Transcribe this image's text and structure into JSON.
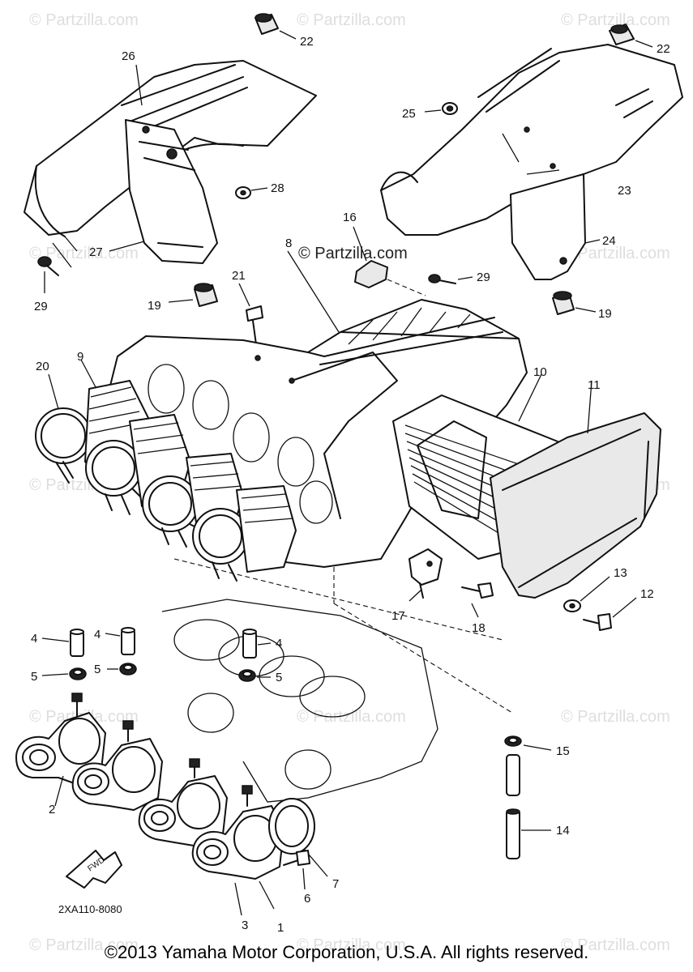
{
  "watermark": {
    "text": "© Partzilla.com",
    "center_text": "© Partzilla.com"
  },
  "diagram_code": "2XA110-8080",
  "fwd_label": "FWD",
  "copyright": "©2013 Yamaha Motor Corporation, U.S.A. All rights reserved.",
  "callouts": {
    "c1": "1",
    "c2": "2",
    "c3": "3",
    "c4a": "4",
    "c4b": "4",
    "c4c": "4",
    "c5a": "5",
    "c5b": "5",
    "c5c": "5",
    "c6": "6",
    "c7": "7",
    "c8": "8",
    "c9": "9",
    "c10": "10",
    "c11": "11",
    "c12": "12",
    "c13": "13",
    "c14": "14",
    "c15": "15",
    "c16": "16",
    "c17": "17",
    "c18": "18",
    "c19a": "19",
    "c19b": "19",
    "c20": "20",
    "c21": "21",
    "c22a": "22",
    "c22b": "22",
    "c23": "23",
    "c24": "24",
    "c25": "25",
    "c26": "26",
    "c27": "27",
    "c28": "28",
    "c29a": "29",
    "c29b": "29"
  }
}
